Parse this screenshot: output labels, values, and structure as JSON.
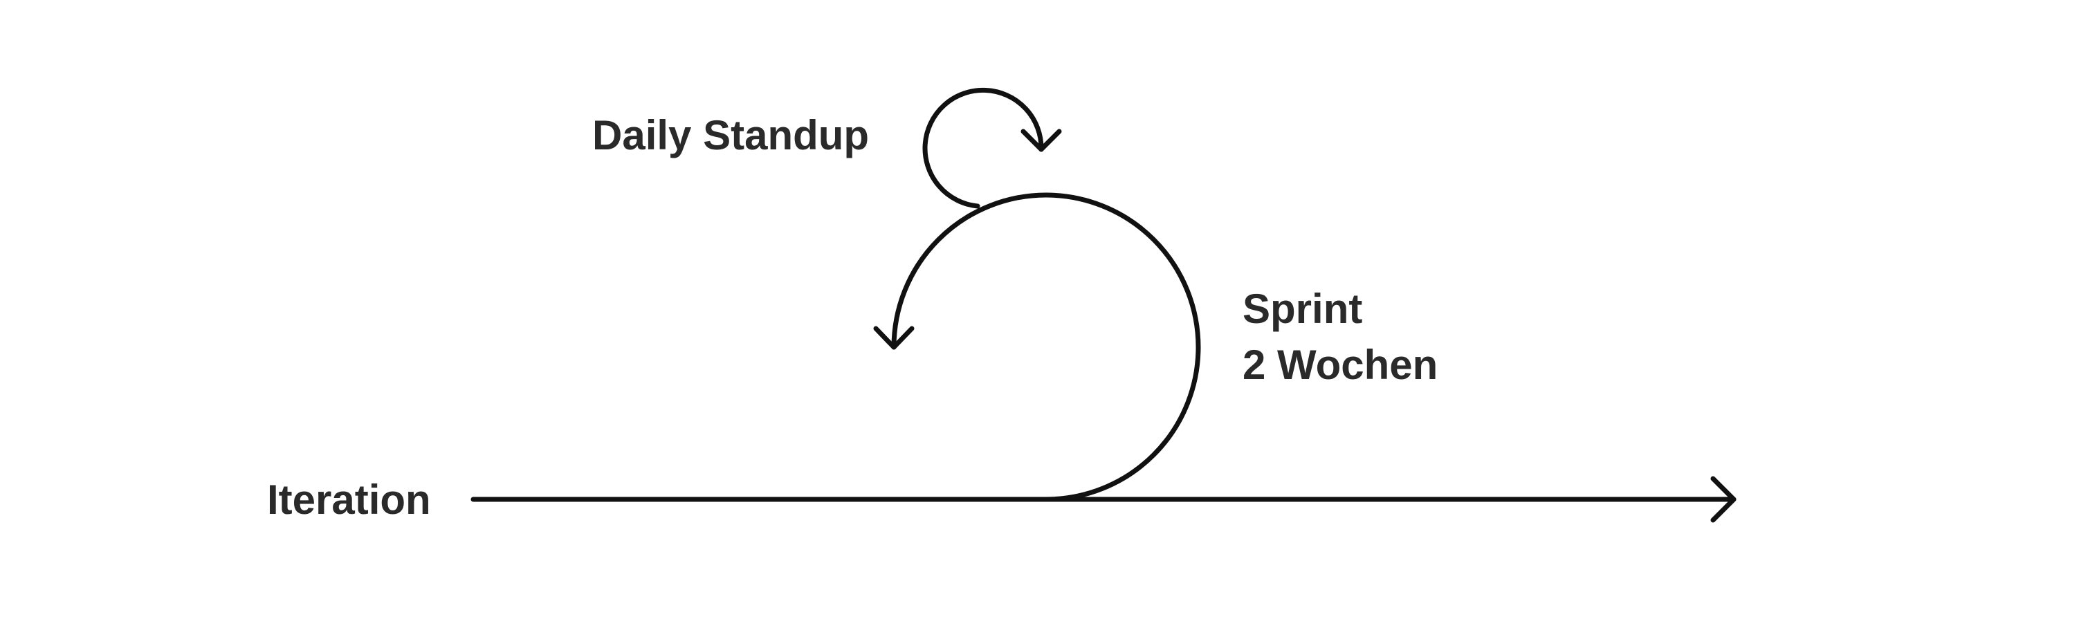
{
  "labels": {
    "daily_standup": "Daily Standup",
    "sprint": "Sprint",
    "sprint_duration": "2 Wochen",
    "iteration": "Iteration"
  },
  "colors": {
    "stroke": "#111111",
    "text": "#2a2a2a",
    "background": "#ffffff"
  }
}
